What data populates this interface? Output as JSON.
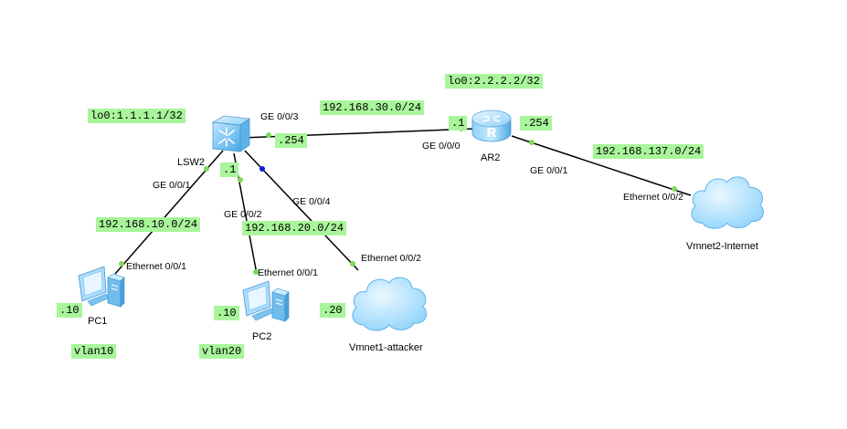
{
  "devices": {
    "switch": {
      "name": "LSW2",
      "icon": "switch-icon"
    },
    "router": {
      "name": "AR2",
      "icon": "router-icon"
    },
    "pc1": {
      "name": "PC1",
      "icon": "pc-icon"
    },
    "pc2": {
      "name": "PC2",
      "icon": "pc-icon"
    },
    "cloud1": {
      "name": "Vmnet1-attacker",
      "icon": "cloud-icon"
    },
    "cloud2": {
      "name": "Vmnet2-Internet",
      "icon": "cloud-icon"
    }
  },
  "ports": {
    "sw_ge003": "GE 0/0/3",
    "sw_ge001": "GE 0/0/1",
    "sw_ge002": "GE 0/0/2",
    "sw_ge004": "GE 0/0/4",
    "ar_ge000": "GE 0/0/0",
    "ar_ge001": "GE 0/0/1",
    "pc1_eth": "Ethernet 0/0/1",
    "pc2_eth": "Ethernet 0/0/1",
    "cloud1_eth": "Ethernet 0/0/2",
    "cloud2_eth": "Ethernet 0/0/2"
  },
  "tags": {
    "lo0_sw": "lo0:1.1.1.1/32",
    "lo0_ar": "lo0:2.2.2.2/32",
    "net30": "192.168.30.0/24",
    "net137": "192.168.137.0/24",
    "net10": "192.168.10.0/24",
    "net20": "192.168.20.0/24",
    "sw_254": ".254",
    "ar_1": ".1",
    "ar_254": ".254",
    "sw_1": ".1",
    "pc1_10": ".10",
    "pc2_10": ".10",
    "cloud1_20": ".20",
    "vlan10": "vlan10",
    "vlan20": "vlan20"
  },
  "colors": {
    "label_bg": "#a9f59b",
    "link": "#000000",
    "port_dot": "#7ed957",
    "port_dot_blue": "#0a1fd6"
  }
}
